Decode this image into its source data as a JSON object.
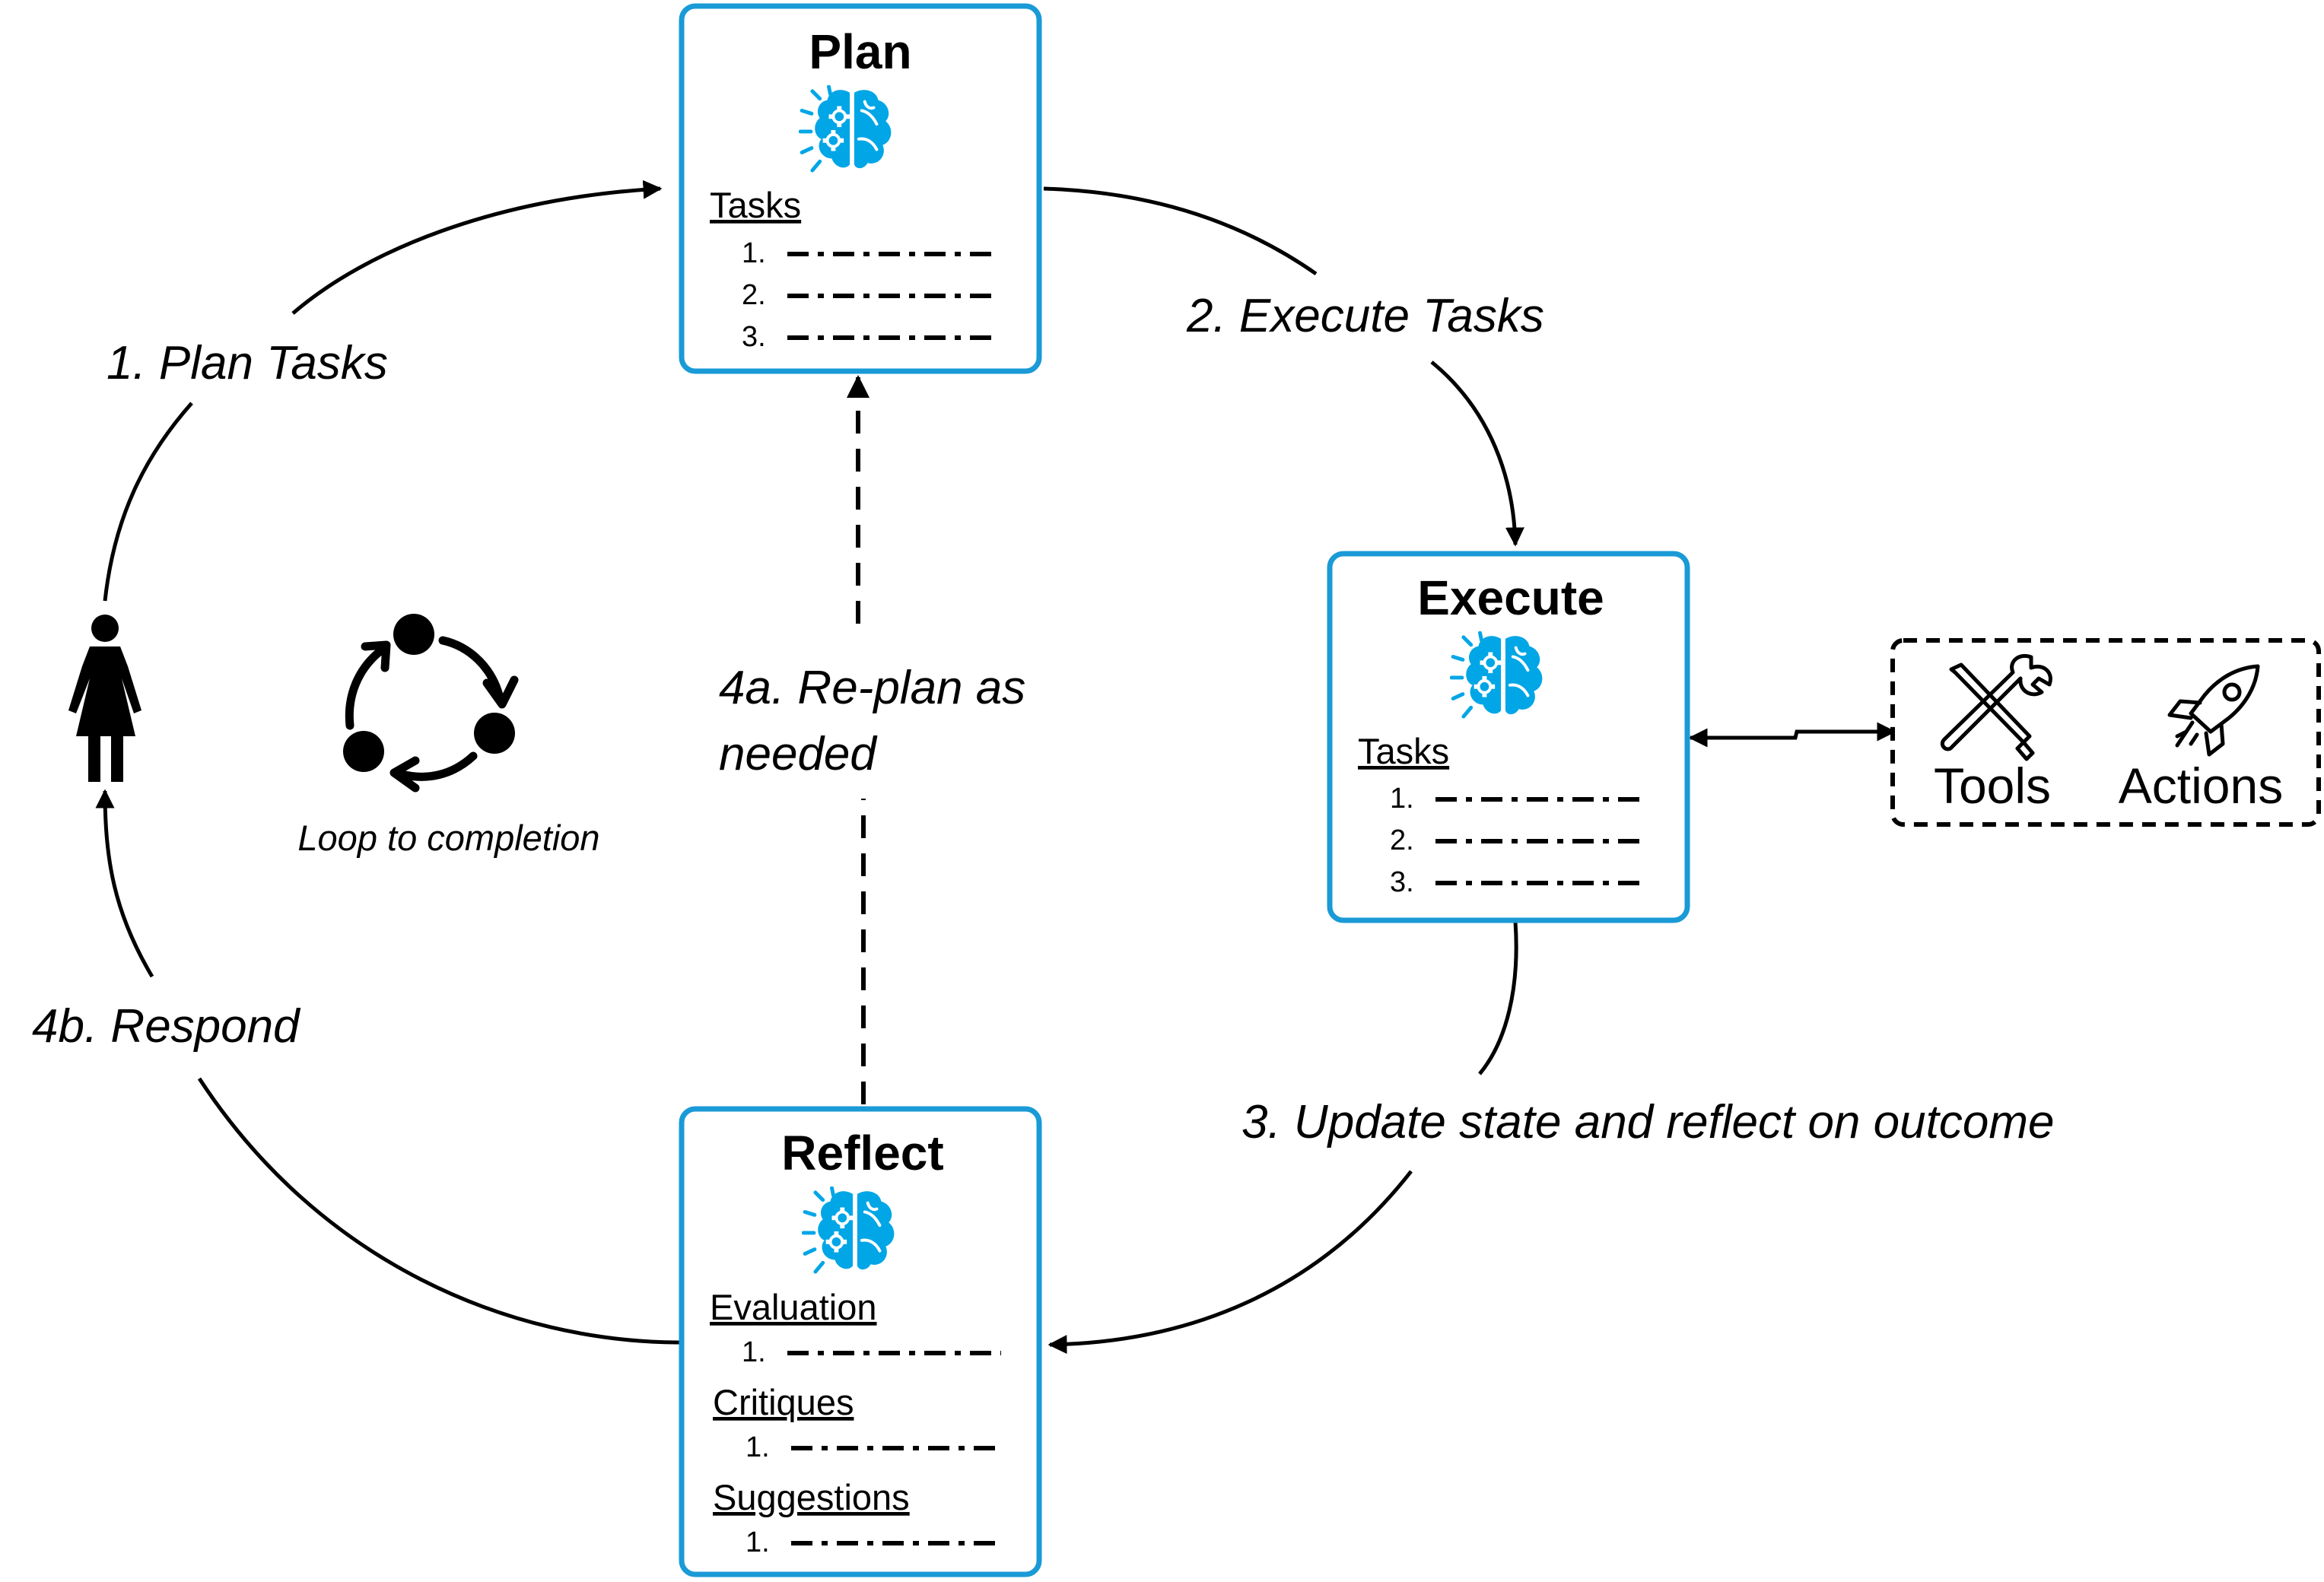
{
  "colors": {
    "accent": "#1a9ad6",
    "brain": "#00a6e6",
    "stroke": "#000000"
  },
  "icons": {
    "brain": "brain-gear-icon",
    "person": "person-icon",
    "cycle": "cycle-icon",
    "tools": "tools-icon",
    "actions": "rocket-icon"
  },
  "plan": {
    "title": "Plan",
    "sections": [
      {
        "label": "Tasks",
        "items": [
          "1.",
          "2.",
          "3."
        ]
      }
    ]
  },
  "execute": {
    "title": "Execute",
    "sections": [
      {
        "label": "Tasks",
        "items": [
          "1.",
          "2.",
          "3."
        ]
      }
    ]
  },
  "reflect": {
    "title": "Reflect",
    "sections": [
      {
        "label": "Evaluation",
        "items": [
          "1."
        ]
      },
      {
        "label": "Critiques",
        "items": [
          "1."
        ]
      },
      {
        "label": "Suggestions",
        "items": [
          "1."
        ]
      }
    ]
  },
  "external": {
    "tools": "Tools",
    "actions": "Actions"
  },
  "edges": {
    "plan_tasks": "1. Plan Tasks",
    "execute_tasks": "2. Execute Tasks",
    "update_reflect": "3. Update state and reflect on outcome",
    "replan_line1": "4a. Re-plan as",
    "replan_line2": "needed",
    "respond": "4b. Respond"
  },
  "loop_label": "Loop to completion"
}
